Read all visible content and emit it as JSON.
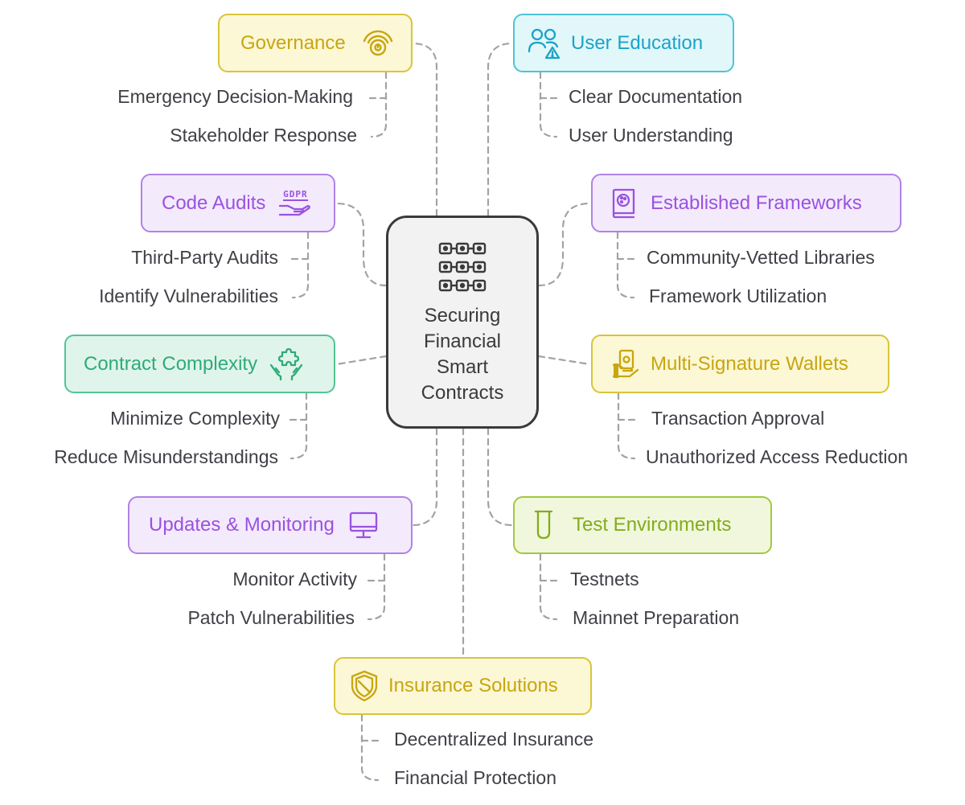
{
  "center": {
    "title": "Securing Financial Smart Contracts",
    "icon": "blockchain-grid-icon",
    "color": "#3a3a3a"
  },
  "branches": [
    {
      "label": "Governance",
      "icon": "alarm-icon",
      "color": "#c7a611",
      "items": [
        "Emergency Decision-Making",
        "Stakeholder Response"
      ]
    },
    {
      "label": "User Education",
      "icon": "users-warning-icon",
      "color": "#1ba3c7",
      "items": [
        "Clear Documentation",
        "User Understanding"
      ]
    },
    {
      "label": "Code Audits",
      "icon": "gdpr-hand-icon",
      "icon_text": "GDPR",
      "color": "#9a52e0",
      "items": [
        "Third-Party Audits",
        "Identify Vulnerabilities"
      ]
    },
    {
      "label": "Established Frameworks",
      "icon": "palette-book-icon",
      "color": "#9a52e0",
      "items": [
        "Community-Vetted Libraries",
        "Framework Utilization"
      ]
    },
    {
      "label": "Contract Complexity",
      "icon": "puzzle-hands-icon",
      "color": "#2fab78",
      "items": [
        "Minimize Complexity",
        "Reduce Misunderstandings"
      ]
    },
    {
      "label": "Multi-Signature Wallets",
      "icon": "money-hand-icon",
      "color": "#c7a611",
      "items": [
        "Transaction Approval",
        "Unauthorized Access Reduction"
      ]
    },
    {
      "label": "Updates & Monitoring",
      "icon": "monitor-icon",
      "color": "#9a52e0",
      "items": [
        "Monitor Activity",
        "Patch Vulnerabilities"
      ]
    },
    {
      "label": "Test Environments",
      "icon": "test-tube-icon",
      "color": "#84ac1c",
      "items": [
        "Testnets",
        "Mainnet Preparation"
      ]
    },
    {
      "label": "Insurance Solutions",
      "icon": "shield-icon",
      "color": "#c7a611",
      "items": [
        "Decentralized Insurance",
        "Financial Protection"
      ]
    }
  ]
}
